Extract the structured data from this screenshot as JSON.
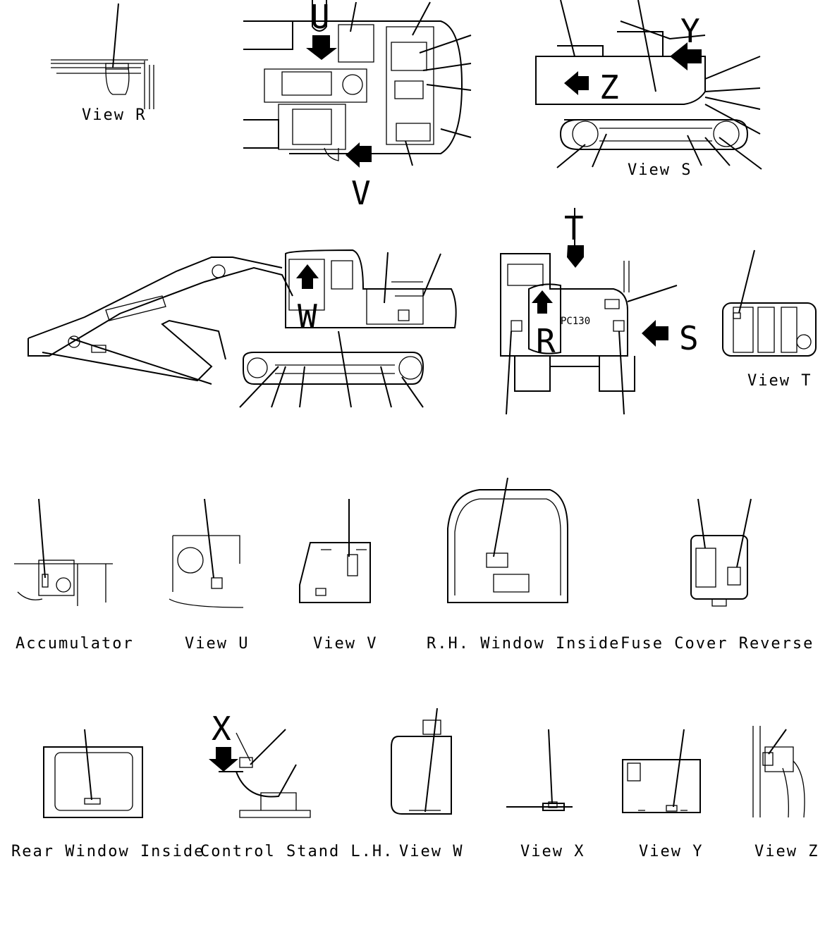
{
  "captions": {
    "view_r": "View R",
    "view_s": "View S",
    "view_t": "View T",
    "accumulator": "Accumulator",
    "view_u": "View U",
    "view_v": "View V",
    "rh_window_inside": "R.H. Window Inside",
    "fuse_cover_reverse_side": "Fuse Cover Reverse Side",
    "rear_window_inside": "Rear Window Inside",
    "control_stand_lh": "Control Stand L.H.",
    "view_w": "View W",
    "view_x": "View X",
    "view_y": "View Y",
    "view_z": "View Z"
  },
  "arrows": {
    "u": "U",
    "v": "V",
    "y": "Y",
    "z": "Z",
    "t": "T",
    "r": "R",
    "s": "S",
    "w": "W",
    "x": "X"
  },
  "machine_text": "PC130"
}
